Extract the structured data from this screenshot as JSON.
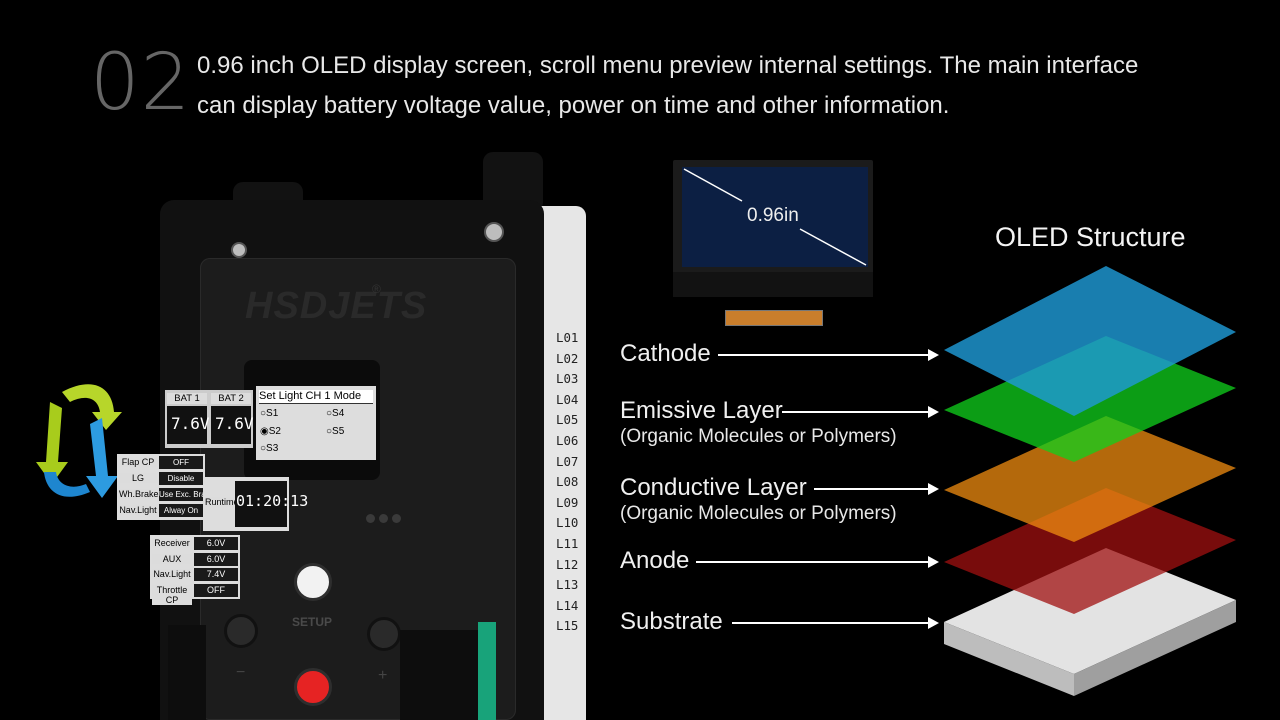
{
  "header": {
    "step_number": "02",
    "description_line1": "0.96 inch OLED display screen, scroll menu preview internal settings. The main interface",
    "description_line2": "can display battery voltage value, power on time and other information."
  },
  "device": {
    "brand": "HSDJETS",
    "brand_mark": "®",
    "setup_label": "SETUP",
    "minus_label": "−",
    "plus_label": "+",
    "screen_title": "Set Light CH 1 Mode",
    "screen_options": [
      "S1",
      "S2",
      "S3",
      "S4",
      "S5"
    ],
    "side_labels": [
      "L01",
      "L02",
      "L03",
      "L04",
      "L05",
      "L06",
      "L07",
      "L08",
      "L09",
      "L10",
      "L11",
      "L12",
      "L13",
      "L14",
      "L15"
    ]
  },
  "callouts": {
    "battery": [
      {
        "label": "BAT 1",
        "value": "7.6V"
      },
      {
        "label": "BAT 2",
        "value": "7.6V"
      }
    ],
    "settings": [
      {
        "label": "Flap CP",
        "value": "OFF"
      },
      {
        "label": "LG",
        "value": "Disable"
      },
      {
        "label": "Wh.Brake",
        "value": "Use Exc. Brake"
      },
      {
        "label": "Nav.Light",
        "value": "Alway On"
      }
    ],
    "runtime_label": "Runtime",
    "runtime_value": "01:20:13",
    "voltages": [
      {
        "label": "Receiver",
        "value": "6.0V"
      },
      {
        "label": "AUX",
        "value": "6.0V"
      },
      {
        "label": "Nav.Light",
        "value": "7.4V"
      },
      {
        "label": "Throttle CP",
        "value": "OFF"
      }
    ]
  },
  "oled": {
    "size_label": "0.96in",
    "structure_title": "OLED Structure",
    "layers": [
      {
        "name": "Cathode",
        "sub": ""
      },
      {
        "name": "Emissive Layer",
        "sub": "(Organic Molecules or Polymers)"
      },
      {
        "name": "Conductive Layer",
        "sub": "(Organic Molecules or Polymers)"
      },
      {
        "name": "Anode",
        "sub": ""
      },
      {
        "name": "Substrate",
        "sub": ""
      }
    ]
  },
  "colors": {
    "cathode": "#1e9ad6",
    "emissive": "#10d21c",
    "conductive": "#f08c10",
    "anode": "#a01010",
    "substrate": "#e0e0e0",
    "accent_green_edge": "#18a37a",
    "red_button": "#e62323"
  },
  "icons": {
    "rotate_arrows": "rotate-arrows-icon"
  }
}
